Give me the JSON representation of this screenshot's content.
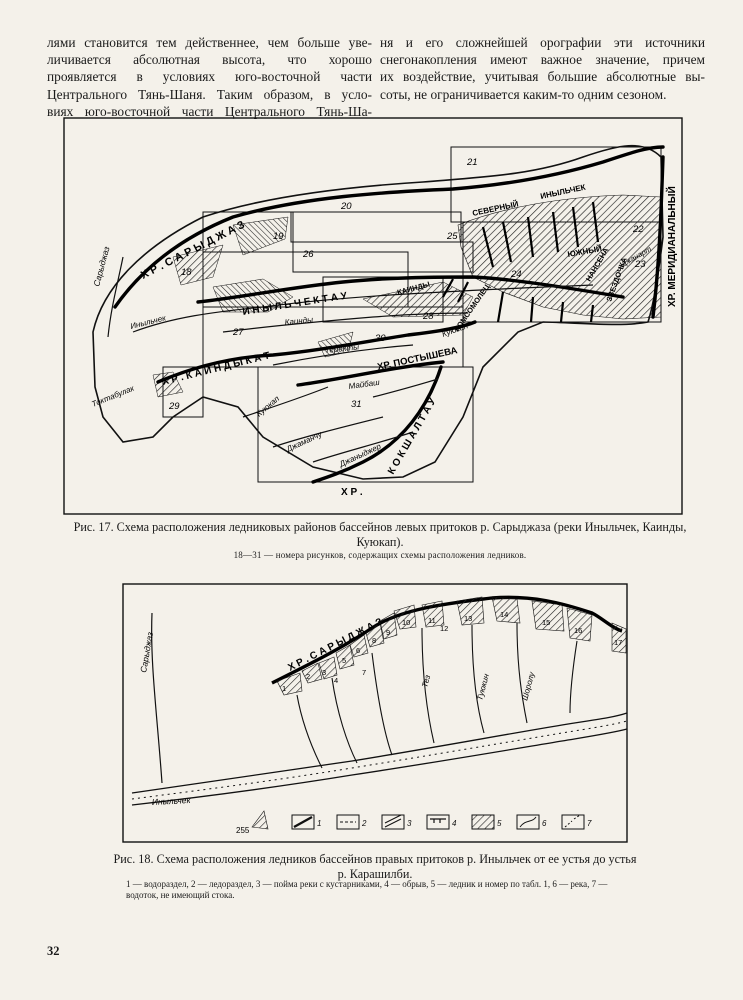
{
  "text": {
    "left_lines": [
      "лями становится тем действеннее, чем больше уве-",
      "личивается абсолютная высота, что хорошо",
      "проявляется в условиях юго-восточной части",
      "Центрального Тянь-Шаня. Таким образом, в усло-",
      "виях юго-восточной части Центрального Тянь-Ша-"
    ],
    "right_lines": [
      "ня и его сложнейшей орографии эти источники",
      "снегонакопления имеют важное значение, причем",
      "их воздействие, учитывая большие абсолютные вы-",
      "соты, не ограничивается каким-то одним сезоном."
    ]
  },
  "fig17": {
    "caption": "Рис. 17. Схема расположения ледниковых районов бассейнов левых притоков р. Сарыджаза (реки Иныльчек, Каинды, Куюкап).",
    "note": "18—31 — номера рисунков, содержащих схемы расположения ледников.",
    "labels": {
      "saryjaz_ridge": "Х Р .   С А Р Ы Д Ж А З",
      "meridional_ridge": "ХР. МЕРИДИАНАЛЬНЫЙ",
      "inylchek_tau": "И Н Ы Л Ь Ч Е К Т А У",
      "kaindy_ridge": "Х Р .   К А И Н Д Ы К А Т",
      "postysheva": "ХР. ПОСТЫШЕВА",
      "kokshaal": "К О К Ш А Л Т А У",
      "xr": "Х Р .",
      "saryjaz_river": "Сарыджаз",
      "inylchek_river": "Иныльчек",
      "kaindy_river": "Каинды",
      "tereкty": "Теректы",
      "kuyukap": "Куюкап",
      "maibash": "Майбаш",
      "kuyukap_r": "Куюкап",
      "jamanсuu": "Джаманчу",
      "janydjer": "Джаныджер",
      "toktabulak": "Токтабулак",
      "northern": "СЕВЕРНЫЙ",
      "inylchek_gl": "ИНЫЛЬЧЕК",
      "southern": "ЮЖНЫЙ",
      "komsomolets": "КОМСОМОЛЕЦ",
      "nansen": "НАНСЕНА",
      "zvezdochka": "ЗВЕЗДОЧКА",
      "dzhanart": "Джанарт",
      "kaindy_small": "КАИНДЫ"
    },
    "numbers": [
      "18",
      "19",
      "20",
      "21",
      "22",
      "23",
      "24",
      "25",
      "26",
      "27",
      "28",
      "29",
      "30",
      "31"
    ]
  },
  "fig18": {
    "caption": "Рис. 18. Схема расположения ледников бассейнов правых притоков р. Иныльчек от ее устья до устья р. Карашилби.",
    "legend_text": "1 — водораздел, 2 — ледораздел, 3 — пойма реки с кустарниками, 4 — обрыв, 5 — ледник и номер по табл. 1, 6 — река, 7 — водоток, не имеющий стока.",
    "labels": {
      "ridge": "Х Р .   С А Р Ы Д Ж А З",
      "saryjaz": "Сарыджаз",
      "inylchek": "Иныльчек",
      "tez": "Тез",
      "tuyukin": "Туюкин",
      "shorolu": "Шоролу",
      "glacier_255": "255"
    },
    "glacier_numbers": [
      "1",
      "2",
      "3",
      "4",
      "5",
      "6",
      "7",
      "8",
      "9",
      "10",
      "11",
      "12",
      "13",
      "14",
      "15",
      "16",
      "17"
    ],
    "legend_numbers": [
      "1",
      "2",
      "3",
      "4",
      "5",
      "6",
      "7"
    ]
  },
  "page_number": "32"
}
